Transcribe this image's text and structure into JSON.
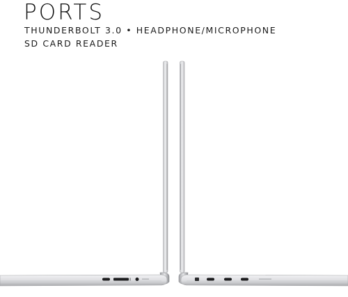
{
  "heading": {
    "title": "PORTS",
    "line1": "THUNDERBOLT 3.0 • HEADPHONE/MICROPHONE",
    "line2": "SD CARD READER"
  },
  "colors": {
    "background": "#ffffff",
    "text": "#111111",
    "chassis_silver": "#dcdde0",
    "port_dark": "#1c1c1e"
  },
  "illustration": {
    "left_laptop_ports": [
      "usb-c-port",
      "sd-card-slot",
      "headphone-jack"
    ],
    "right_laptop_ports": [
      "lock-slot",
      "thunderbolt-port",
      "thunderbolt-port",
      "thunderbolt-port"
    ]
  }
}
